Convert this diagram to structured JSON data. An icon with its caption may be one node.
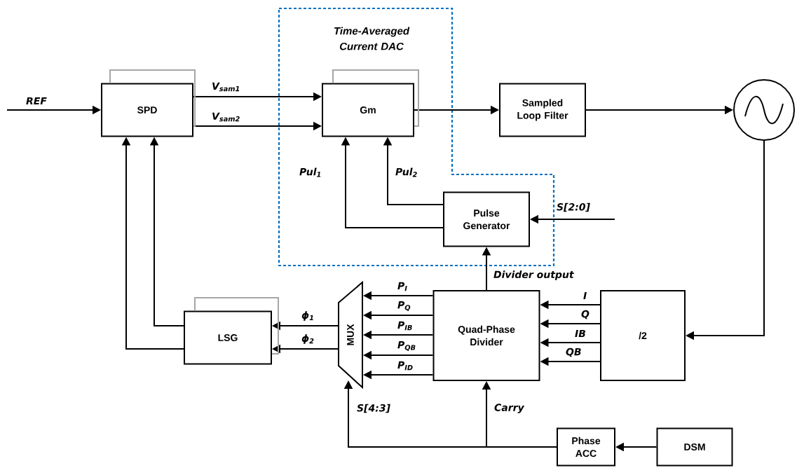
{
  "diagram": {
    "nodes": [
      {
        "text": [
          "SPD"
        ]
      },
      {
        "text": [
          "Time-Averaged Current DAC"
        ]
      },
      {
        "text": [
          "Gm"
        ],
        "in": 1
      },
      {
        "text": [
          "Sampled Loop Filter"
        ]
      },
      {
        "text": [],
        "shape": "circle"
      },
      {
        "text": [
          "Pulse Generator"
        ],
        "in": 1
      },
      {
        "text": [
          "LSG"
        ]
      },
      {
        "text": [
          "MUX"
        ]
      },
      {
        "text": [
          "Quad-Phase Divider"
        ]
      },
      {
        "text": [
          "/2"
        ]
      },
      {
        "text": [
          "Phase ACC"
        ]
      },
      {
        "text": [
          "DSM"
        ]
      }
    ],
    "edges": [
      {
        "from": null,
        "to": 0,
        "arrow": "to",
        "label": "REF"
      },
      {
        "from": 0,
        "to": 2,
        "arrow": "to",
        "label": "V$_{sam1}$"
      },
      {
        "from": 0,
        "to": 2,
        "arrow": "to",
        "label": "V$_{sam2}$"
      },
      {
        "from": 2,
        "to": 3,
        "arrow": "to"
      },
      {
        "from": 3,
        "to": 4,
        "arrow": "to"
      },
      {
        "from": 4,
        "to": 9,
        "arrow": "to"
      },
      {
        "from": 5,
        "to": 2,
        "arrow": "to",
        "label": "Pul$_{1}$"
      },
      {
        "from": 5,
        "to": 2,
        "arrow": "to",
        "label": "Pul$_{2}$"
      },
      {
        "from": null,
        "to": 5,
        "arrow": "to",
        "label": "S[2:0]"
      },
      {
        "from": 8,
        "to": 5,
        "arrow": "to",
        "label": "Divider output"
      },
      {
        "from": 9,
        "to": 8,
        "arrow": "to",
        "label": "I"
      },
      {
        "from": 9,
        "to": 8,
        "arrow": "to",
        "label": "Q"
      },
      {
        "from": 9,
        "to": 8,
        "arrow": "to",
        "label": "IB"
      },
      {
        "from": 9,
        "to": 8,
        "arrow": "to",
        "label": "QB"
      },
      {
        "from": 8,
        "to": 7,
        "arrow": "to",
        "label": "P$_{I}$"
      },
      {
        "from": 8,
        "to": 7,
        "arrow": "to",
        "label": "P$_{Q}$"
      },
      {
        "from": 8,
        "to": 7,
        "arrow": "to",
        "label": "P$_{IB}$"
      },
      {
        "from": 8,
        "to": 7,
        "arrow": "to",
        "label": "P$_{QB}$"
      },
      {
        "from": 8,
        "to": 7,
        "arrow": "to",
        "label": "P$_{ID}$"
      },
      {
        "from": 7,
        "to": 6,
        "arrow": "to",
        "label": "ϕ$_{1}$"
      },
      {
        "from": 7,
        "to": 6,
        "arrow": "to",
        "label": "ϕ$_{2}$"
      },
      {
        "from": 6,
        "to": 0,
        "arrow": "to"
      },
      {
        "from": 6,
        "to": 0,
        "arrow": "to"
      },
      {
        "from": 10,
        "to": 7,
        "arrow": "to",
        "label": "S[4:3]"
      },
      {
        "from": 10,
        "to": 8,
        "arrow": "to",
        "label": "Carry"
      },
      {
        "from": 11,
        "to": 10,
        "arrow": "to"
      },
      {
        "from": 0,
        "to": 0,
        "arrow": "none",
        "color": "#a6a6a6"
      },
      {
        "from": 2,
        "to": 2,
        "arrow": "none",
        "color": "#a6a6a6"
      },
      {
        "from": 6,
        "to": 6,
        "arrow": "none",
        "color": "#a6a6a6"
      }
    ]
  }
}
